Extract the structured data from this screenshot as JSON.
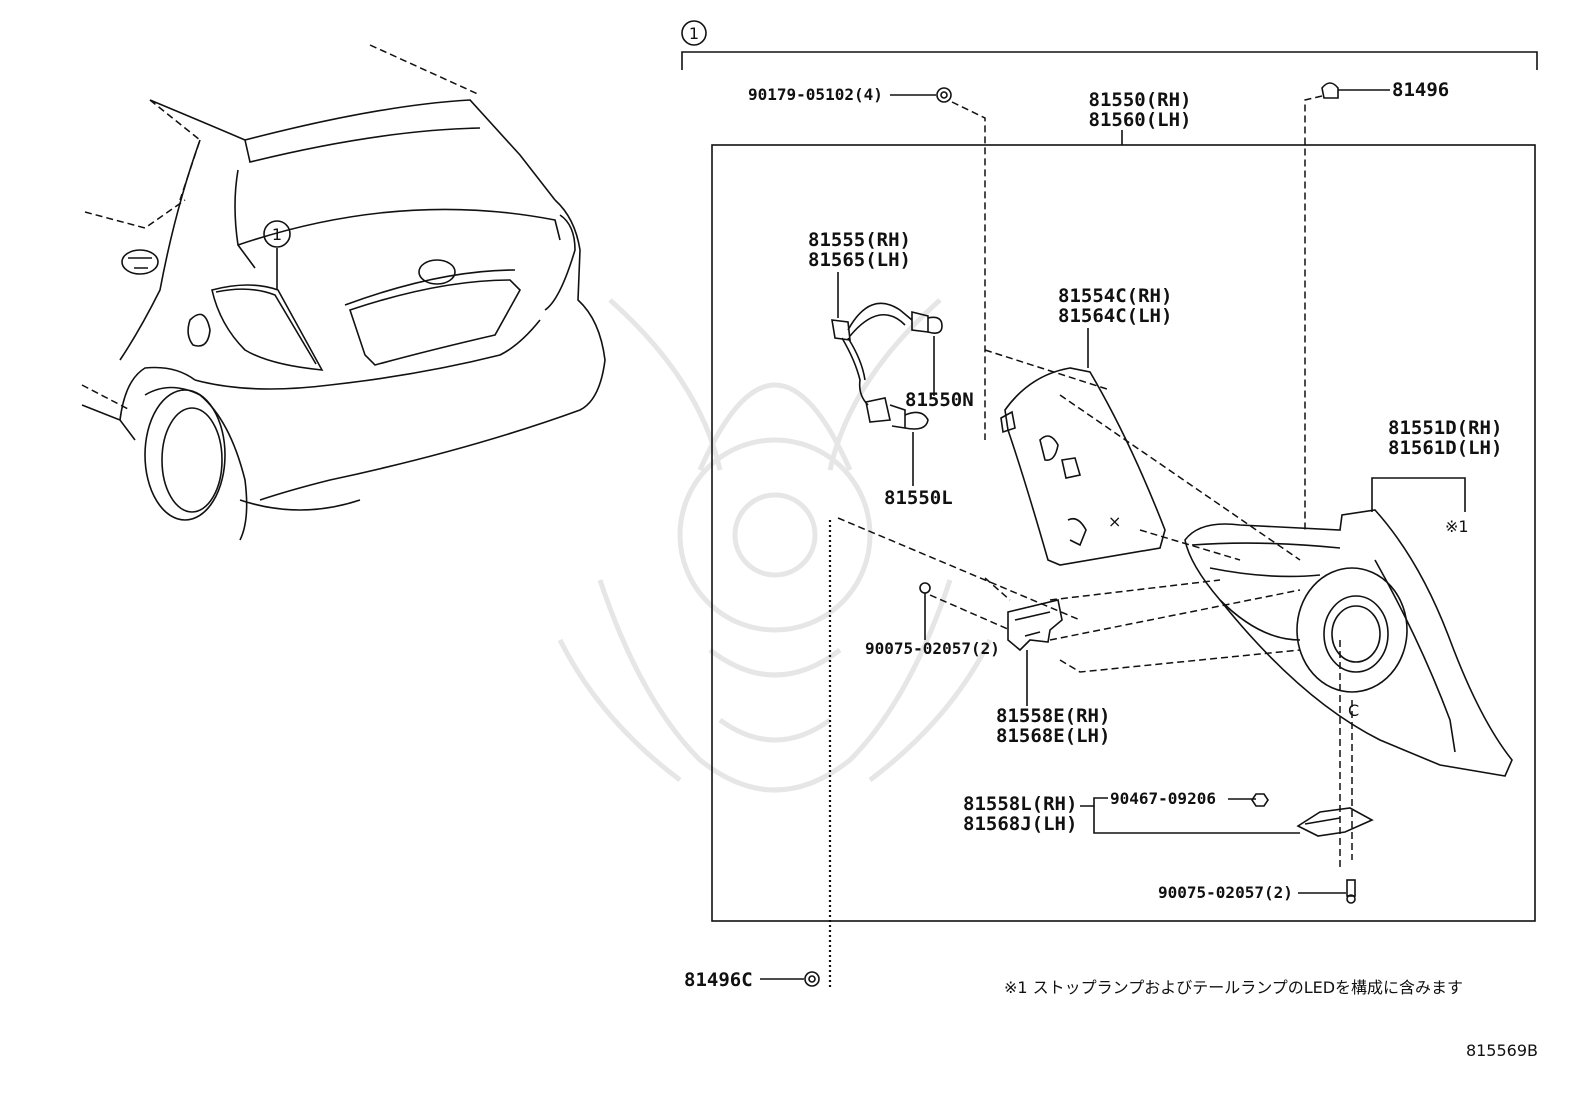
{
  "diagram": {
    "group_marker": "1",
    "car_callout": "1",
    "parts": {
      "screw_top": "90179-05102(4)",
      "clip_top_right": "81496",
      "lamp_assy_rh": "81550(RH)",
      "lamp_assy_lh": "81560(LH)",
      "socket_wire_rh": "81555(RH)",
      "socket_wire_lh": "81565(LH)",
      "bulb_n": "81550N",
      "bulb_l": "81550L",
      "housing_cover_rh": "81554C(RH)",
      "housing_cover_lh": "81564C(LH)",
      "lens_body_rh": "81551D(RH)",
      "lens_body_lh": "81561D(LH)",
      "lens_note_ref": "※1",
      "screw_mid": "90075-02057(2)",
      "bracket_e_rh": "81558E(RH)",
      "bracket_e_lh": "81568E(LH)",
      "bracket_l_rh": "81558L(RH)",
      "bracket_j_lh": "81568J(LH)",
      "nut": "90467-09206",
      "screw_bottom": "90075-02057(2)",
      "clip_bottom_left": "81496C"
    },
    "footnote": "※1 ストップランプおよびテールランプのLEDを構成に含みます",
    "diagram_code": "815569B"
  }
}
